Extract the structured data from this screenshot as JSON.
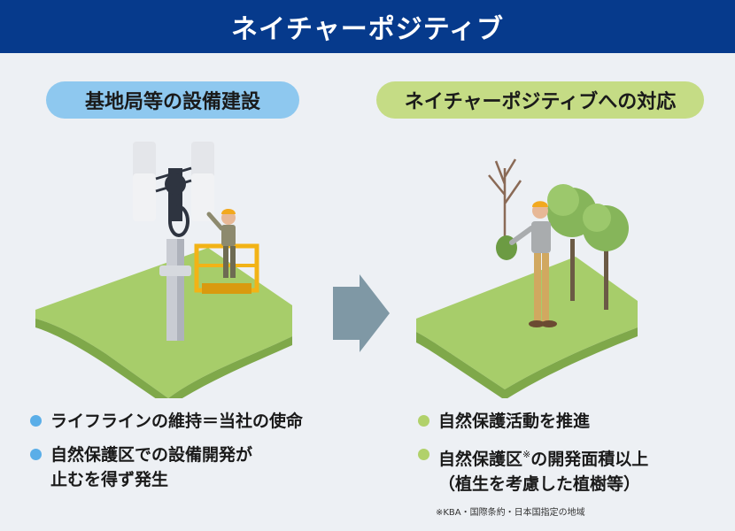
{
  "header": {
    "title": "ネイチャーポジティブ"
  },
  "left": {
    "pill_label": "基地局等の設備建設",
    "bullets": [
      {
        "lines": [
          "ライフラインの維持＝当社の使命"
        ]
      },
      {
        "lines": [
          "自然保護区での設備開発が",
          "止むを得ず発生"
        ]
      }
    ]
  },
  "right": {
    "pill_label": "ネイチャーポジティブへの対応",
    "bullet1": "自然保護活動を推進",
    "bullet2": {
      "prefix": "自然保護区",
      "mark": "※",
      "suffix": "の開発面積以上",
      "line2": "（植生を考慮した植樹等）"
    },
    "footnote": "※KBA・国際条約・日本国指定の地域"
  },
  "colors": {
    "header_bg": "#063a8c",
    "pill_left": "#8ec8ef",
    "pill_right": "#c5dc85",
    "arrow": "#7f98a5",
    "ground": "#a7cd6a"
  },
  "icons": {
    "left_illustration": "cell-tower-worker-icon",
    "right_illustration": "tree-planting-worker-icon",
    "arrow": "arrow-right-icon"
  }
}
